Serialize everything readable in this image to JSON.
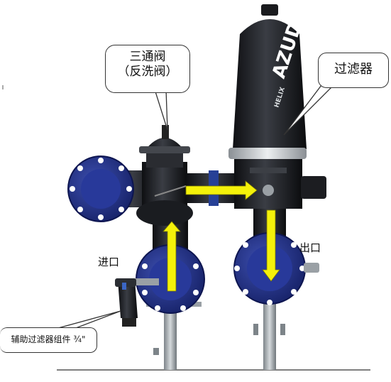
{
  "callouts": {
    "three_way_valve": "三通阀",
    "backwash_valve": "（反洗阀）",
    "filter": "过滤器",
    "aux_filter": "辅助过滤器组件 ¾\""
  },
  "labels": {
    "inlet": "进口",
    "outlet": "出口"
  },
  "brand": {
    "name": "AZUD",
    "model": "HELIX"
  },
  "colors": {
    "flange_blue": "#1f2f86",
    "body_black": "#1b1d21",
    "flow_arrow": "#f4f10a",
    "pipe_grey": "#9aa0a5"
  }
}
